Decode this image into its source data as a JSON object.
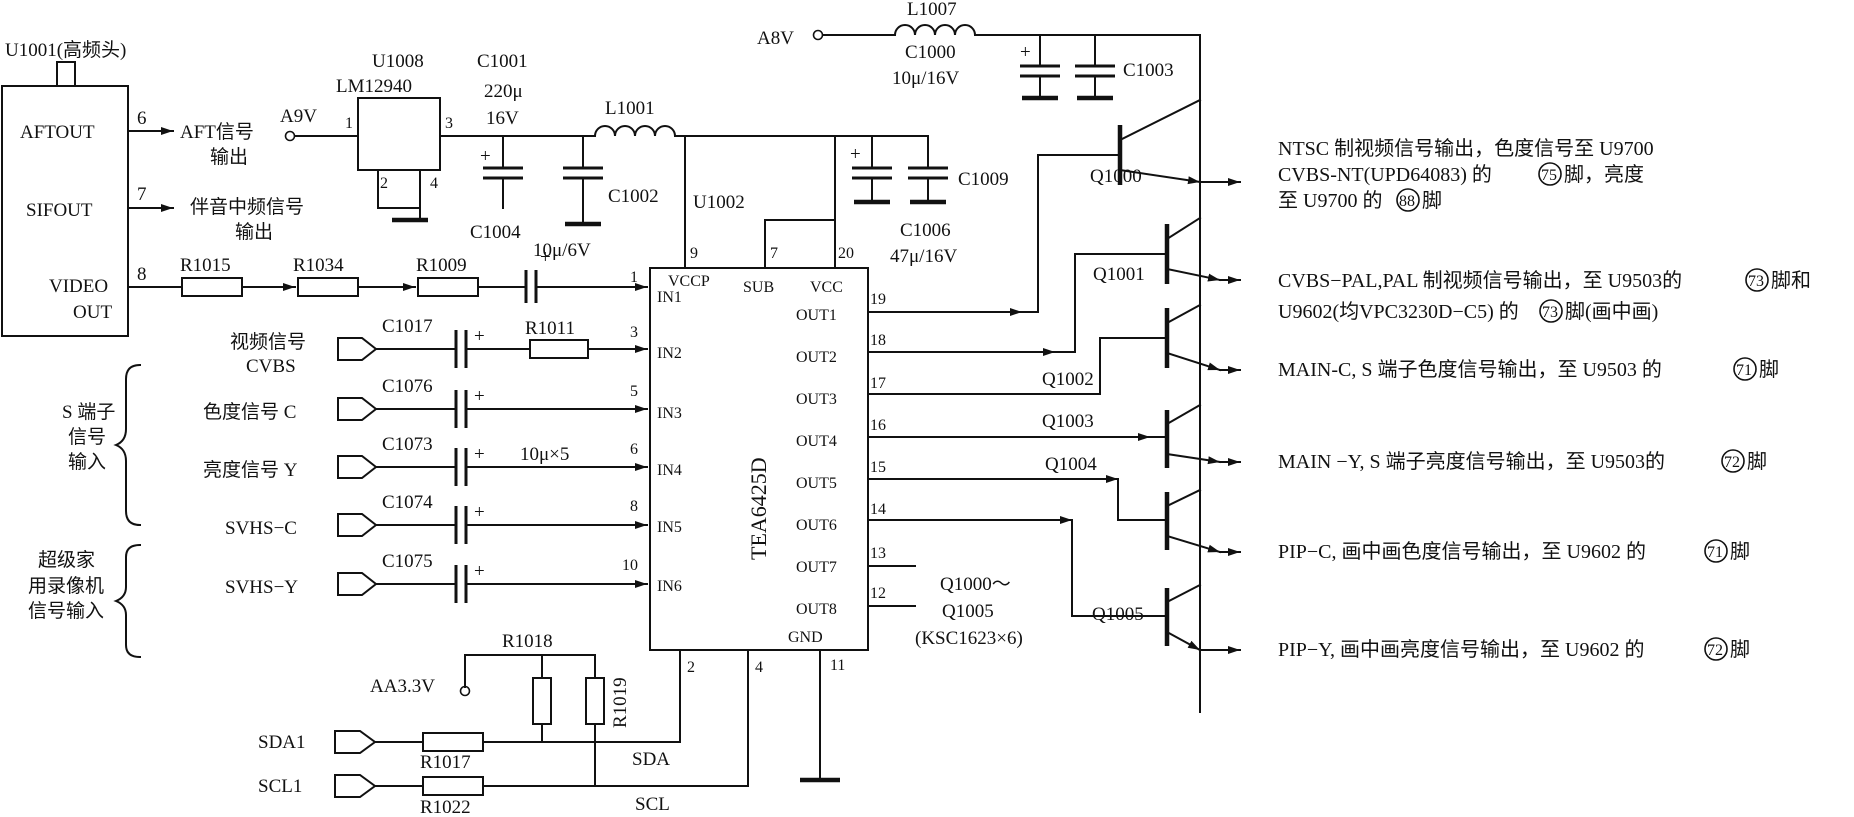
{
  "tuner": {
    "ref": "U1001(高频头)",
    "aftout": "AFTOUT",
    "sifout": "SIFOUT",
    "video": "VIDEO",
    "out": "OUT",
    "pin6": "6",
    "pin7": "7",
    "pin8": "8"
  },
  "aft": {
    "line1": "AFT信号",
    "line2": "输出"
  },
  "sif": {
    "line1": "伴音中频信号",
    "line2": "输出"
  },
  "reg": {
    "ref": "U1008",
    "part": "LM12940",
    "supply": "A9V",
    "pin1": "1",
    "pin2": "2",
    "pin3": "3",
    "pin4": "4"
  },
  "c1001": {
    "ref": "C1001",
    "value1": "220μ",
    "value2": "16V"
  },
  "c1002": "C1002",
  "c1004": "C1004",
  "l1001": "L1001",
  "a8v": "A8V",
  "l1007": "L1007",
  "c1000": {
    "ref": "C1000",
    "value": "10μ/16V"
  },
  "c1003": "C1003",
  "c1009": "C1009",
  "c1006": {
    "ref": "C1006",
    "value": "47μ/16V"
  },
  "u1002": "U1002",
  "r1015": "R1015",
  "r1034": "R1034",
  "r1009": "R1009",
  "r1011": "R1011",
  "cap_in1": "10μ/6V",
  "cap_in4": "10μ×5",
  "ic": {
    "part": "TEA6425D",
    "vccp": "VCCP",
    "sub": "SUB",
    "vcc": "VCC",
    "gnd": "GND",
    "p9": "9",
    "p7": "7",
    "p20": "20",
    "p2": "2",
    "p4": "4",
    "p11": "11",
    "inputs": [
      {
        "label": "IN1",
        "pin": "1"
      },
      {
        "label": "IN2",
        "pin": "3"
      },
      {
        "label": "IN3",
        "pin": "5"
      },
      {
        "label": "IN4",
        "pin": "6"
      },
      {
        "label": "IN5",
        "pin": "8"
      },
      {
        "label": "IN6",
        "pin": "10"
      }
    ],
    "outputs": [
      {
        "label": "OUT1",
        "pin": "19"
      },
      {
        "label": "OUT2",
        "pin": "18"
      },
      {
        "label": "OUT3",
        "pin": "17"
      },
      {
        "label": "OUT4",
        "pin": "16"
      },
      {
        "label": "OUT5",
        "pin": "15"
      },
      {
        "label": "OUT6",
        "pin": "14"
      },
      {
        "label": "OUT7",
        "pin": "13"
      },
      {
        "label": "OUT8",
        "pin": "12"
      }
    ]
  },
  "inputs": {
    "cvbs_line1": "视频信号",
    "cvbs_line2": "CVBS",
    "chroma": "色度信号 C",
    "luma": "亮度信号 Y",
    "svhs_c": "SVHS−C",
    "svhs_y": "SVHS−Y"
  },
  "caps_in": [
    "C1017",
    "C1076",
    "C1073",
    "C1074",
    "C1075"
  ],
  "plus": "+",
  "sterm": [
    "S 端子",
    "信号",
    "输入"
  ],
  "svhs": [
    "超级家",
    "用录像机",
    "信号输入"
  ],
  "bus": {
    "supply": "AA3.3V",
    "r1018": "R1018",
    "r1019": "R1019",
    "r1017": "R1017",
    "r1022": "R1022",
    "sda1": "SDA1",
    "scl1": "SCL1",
    "sda": "SDA",
    "scl": "SCL"
  },
  "transistors": [
    "Q1000",
    "Q1001",
    "Q1002",
    "Q1003",
    "Q1004",
    "Q1005"
  ],
  "q_note": {
    "line1": "Q1000～",
    "line2": "Q1005",
    "line3": "(KSC1623×6)"
  },
  "outputs_desc": {
    "ntsc": {
      "l1": "NTSC 制视频信号输出，色度信号至 U9700",
      "l2a": "CVBS-NT(UPD64083) 的",
      "c1": "75",
      "l2b": "脚，亮度",
      "l3a": "至 U9700 的",
      "c2": "88",
      "l3b": "脚"
    },
    "pal": {
      "l1a": "CVBS−PAL,PAL 制视频信号输出，至 U9503的",
      "c1": "73",
      "l1b": "脚和",
      "l2a": "U9602(均VPC3230D−C5) 的",
      "c2": "73",
      "l2b": "脚(画中画)"
    },
    "mainc": {
      "a": "MAIN-C, S 端子色度信号输出，至 U9503 的",
      "c": "71",
      "b": "脚"
    },
    "mainy": {
      "a": "MAIN −Y, S 端子亮度信号输出，至 U9503的",
      "c": "72",
      "b": "脚"
    },
    "pipc": {
      "a": "PIP−C, 画中画色度信号输出，至 U9602 的",
      "c": "71",
      "b": "脚"
    },
    "pipy": {
      "a": "PIP−Y, 画中画亮度信号输出，至 U9602 的",
      "c": "72",
      "b": "脚"
    }
  }
}
